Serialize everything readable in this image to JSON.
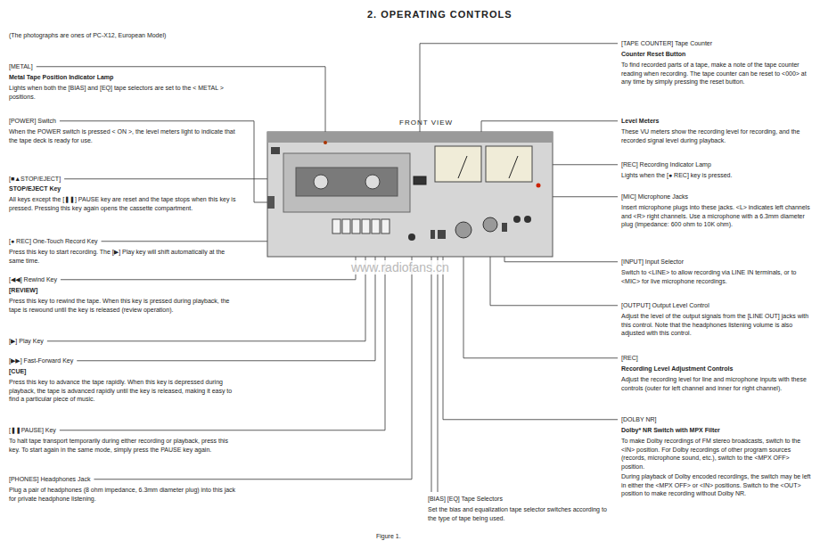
{
  "diagram": {
    "title": "2. OPERATING CONTROLS",
    "caption": "Figure 1.",
    "labels": [
      "(The photographs are ones of PC-X12, European Model)",
      "FRONT VIEW",
      "www.radiofans.cn",
      "[METAL]",
      "Metal Tape Position Indicator Lamp",
      "Lights when both the [BIAS] and [EQ] tape selectors are set to the < METAL > positions.",
      "[POWER] Switch",
      "When the POWER switch is pressed < ON >, the level meters light to indicate that the tape deck is ready for use.",
      "[■▲STOP/EJECT]",
      "STOP/EJECT Key",
      "All keys except the [❚❚] PAUSE key are reset and the tape stops when this key is pressed. Pressing this key again opens the cassette compartment.",
      "[● REC] One-Touch Record Key",
      "Press this key to start recording. The [▶] Play key will shift automatically at the same time.",
      "[◀◀] Rewind Key",
      "[REVIEW]",
      "Press this key to rewind the tape. When this key is pressed during playback, the tape is rewound until the key is released (review operation).",
      "[▶] Play Key",
      "[▶▶] Fast-Forward Key",
      "[CUE]",
      "Press this key to advance the tape rapidly. When this key is depressed during playback, the tape is advanced rapidly until the key is released, making it easy to find a particular piece of music.",
      "[❚❚PAUSE] Key",
      "To halt tape transport temporarily during either recording or playback, press this key. To start again in the same mode, simply press the PAUSE key again.",
      "[PHONES] Headphones Jack",
      "Plug a pair of headphones (8 ohm impedance, 6.3mm diameter plug) into this jack for private headphone listening.",
      "[TAPE COUNTER] Tape Counter",
      "Counter Reset Button",
      "To find recorded parts of a tape, make a note of the tape counter reading when recording. The tape counter can be reset to <000> at any time by simply pressing the reset button.",
      "Level Meters",
      "These VU meters show the recording level for recording, and the recorded signal level during playback.",
      "[REC] Recording Indicator Lamp",
      "Lights when the [● REC] key is pressed.",
      "[MIC] Microphone Jacks",
      "Insert microphone plugs into these jacks. <L> indicates left channels and <R> right channels. Use a microphone with a 6.3mm diameter plug (impedance: 600 ohm to 10K ohm).",
      "[INPUT] Input Selector",
      "Switch to <LINE> to allow recording via LINE IN terminals, or to <MIC> for live microphone recordings.",
      "[OUTPUT] Output Level Control",
      "Adjust the level of the output signals from the [LINE OUT] jacks with this control. Note that the headphones listening volume is also adjusted with this control.",
      "[REC]",
      "Recording Level Adjustment Controls",
      "Adjust the recording level for line and microphone inputs with these controls (outer for left channel and inner for right channel).",
      "[DOLBY NR]",
      "Dolby* NR Switch with MPX Filter",
      "To make Dolby recordings of FM stereo broadcasts, switch to the <IN> position. For Dolby recordings of other program sources (records, microphone sound, etc.), switch to the <MPX OFF> position.",
      "During playback of Dolby encoded recordings, the switch may be left in either the <MPX OFF> or <IN> positions. Switch to the <OUT> position to make recording without Dolby NR.",
      "[BIAS] [EQ] Tape Selectors",
      "Set the bias and equalization tape selector switches according to the type of tape being used."
    ]
  }
}
